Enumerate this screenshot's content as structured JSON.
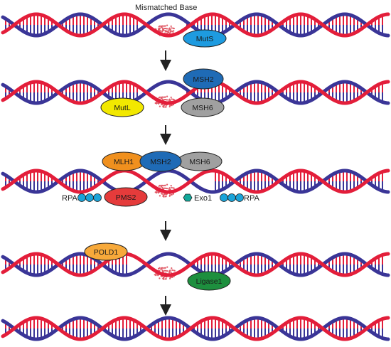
{
  "title": "Mismatched Base",
  "colors": {
    "strand_red": "#e31e3a",
    "strand_blue": "#3a3597",
    "rung_red": "#e31e3a",
    "rung_blue": "#3a3597",
    "mismatch_red": "#e05a66"
  },
  "stage1": {
    "muts": "MutS"
  },
  "stage2": {
    "msh2": "MSH2",
    "mutl": "MutL",
    "msh6": "MSH6"
  },
  "stage3": {
    "mlh1": "MLH1",
    "msh2": "MSH2",
    "msh6": "MSH6",
    "pms2": "PMS2",
    "rpa_left": "RPA",
    "rpa_right": "RPA",
    "exo1": "Exo1"
  },
  "stage4": {
    "pold1": "POLD1",
    "ligase1": "Ligase1"
  }
}
